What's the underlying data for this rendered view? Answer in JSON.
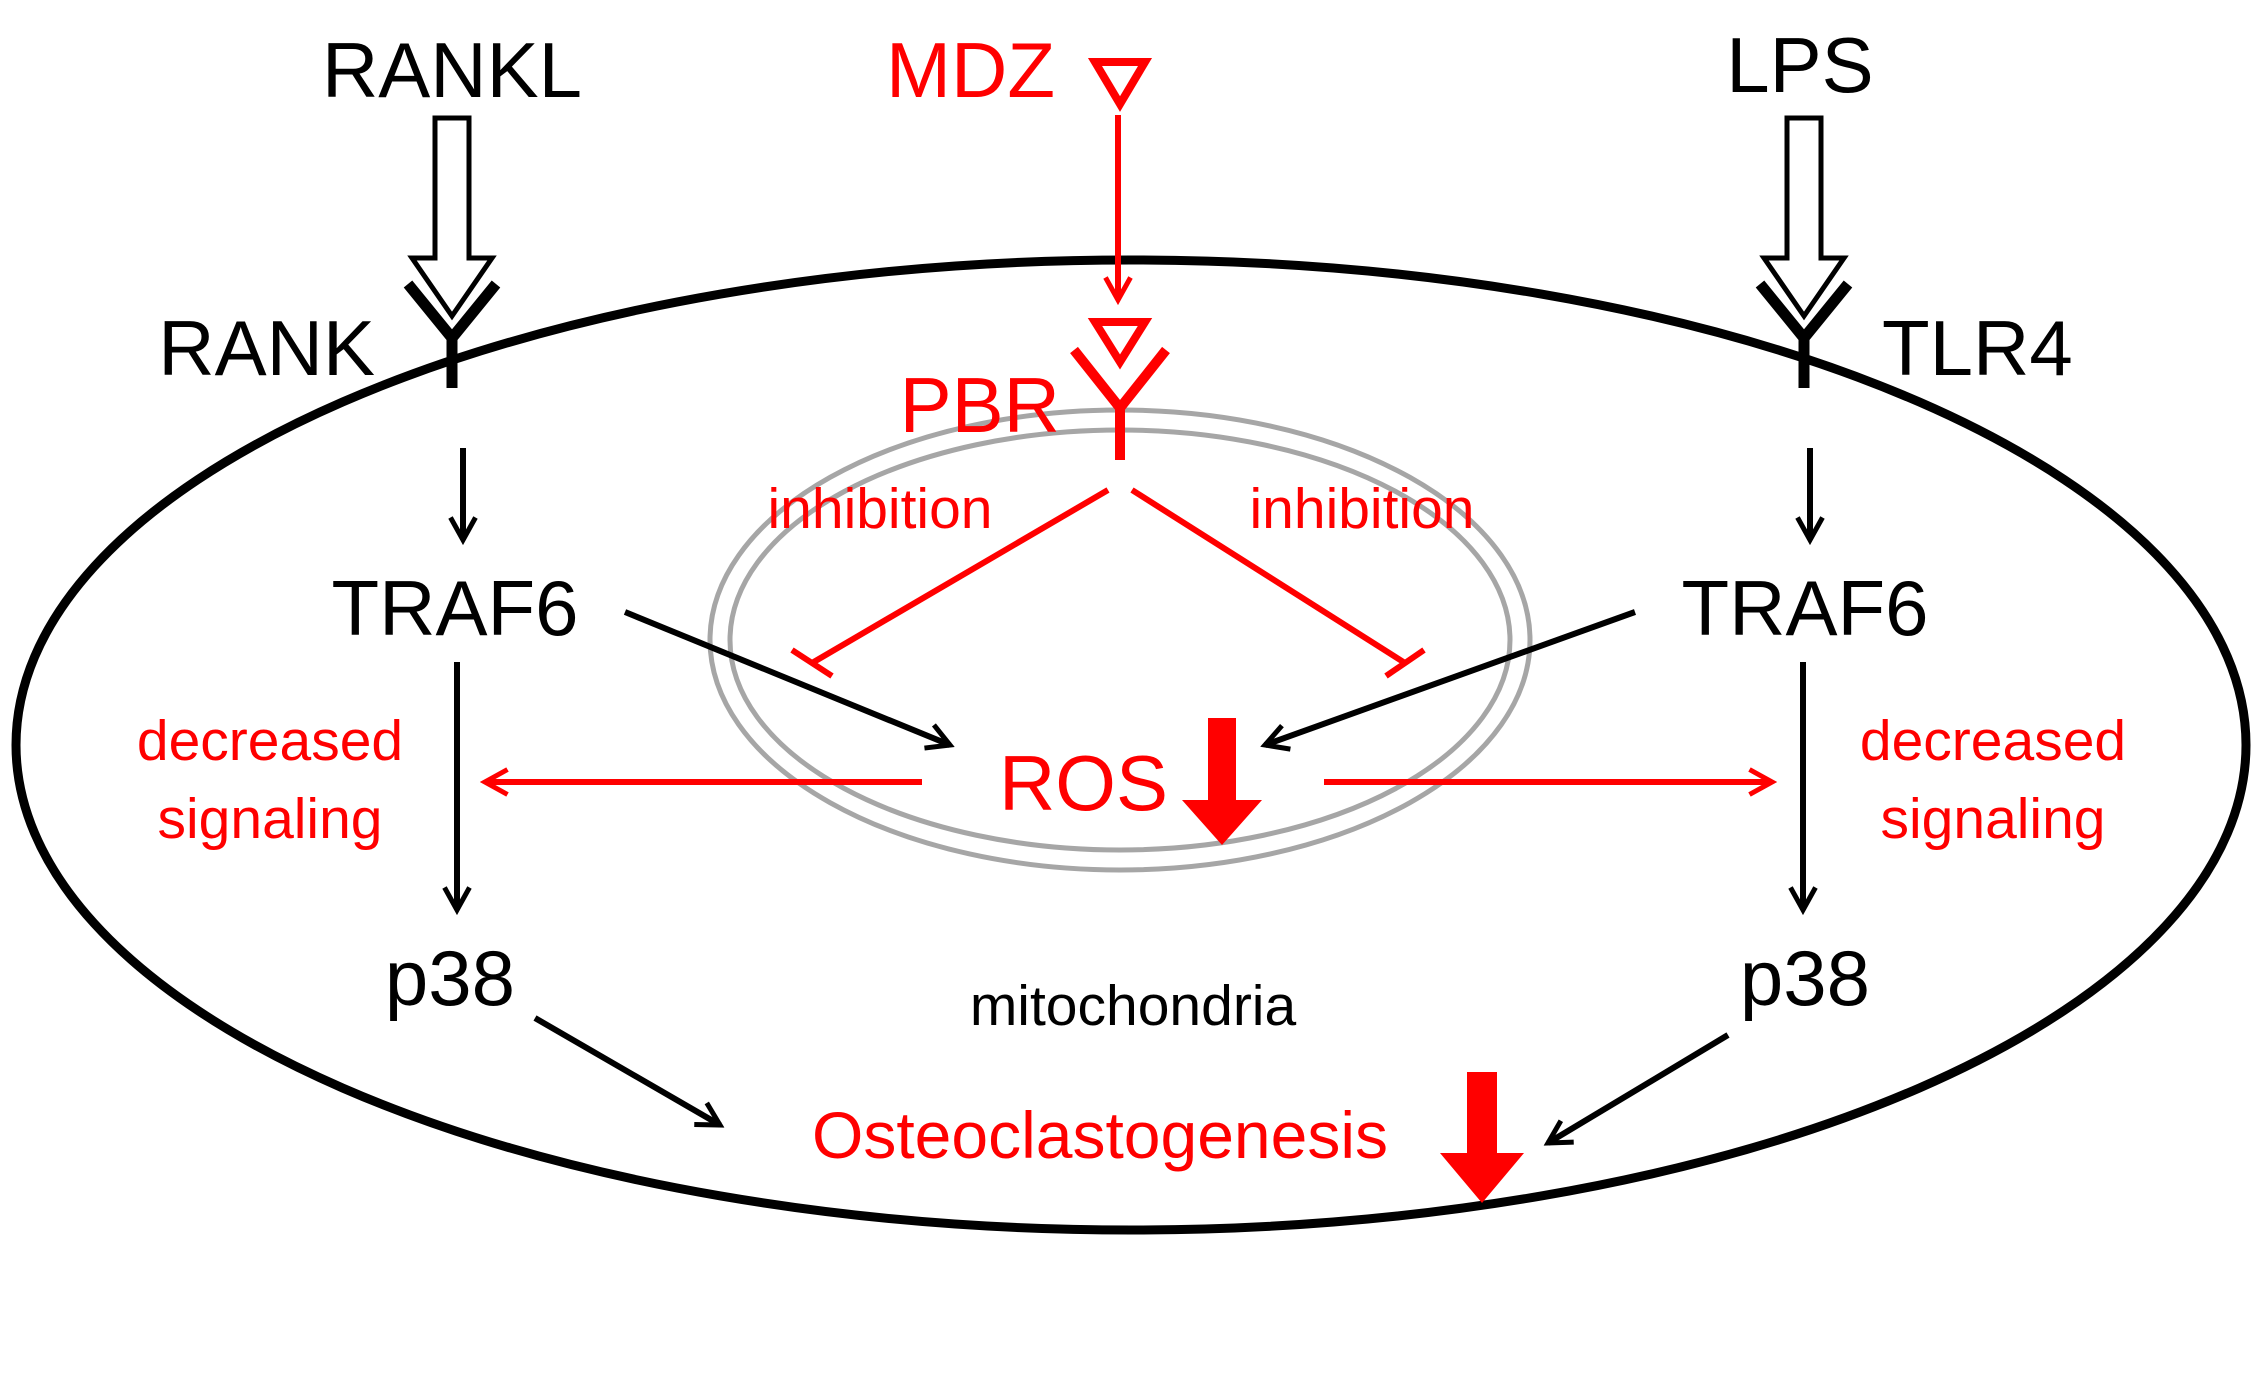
{
  "colors": {
    "black": "#000000",
    "red": "#ff0000",
    "gray": "#a6a6a6"
  },
  "labels": {
    "rankl": "RANKL",
    "mdz": "MDZ",
    "lps": "LPS",
    "rank": "RANK",
    "pbr": "PBR",
    "tlr4": "TLR4",
    "inhibition_left": "inhibition",
    "inhibition_right": "inhibition",
    "traf6_left": "TRAF6",
    "traf6_right": "TRAF6",
    "decreased_left_line1": "decreased",
    "decreased_left_line2": "signaling",
    "decreased_right_line1": "decreased",
    "decreased_right_line2": "signaling",
    "ros": "ROS",
    "p38_left": "p38",
    "p38_right": "p38",
    "mitochondria": "mitochondria",
    "osteoclastogenesis": "Osteoclastogenesis"
  }
}
